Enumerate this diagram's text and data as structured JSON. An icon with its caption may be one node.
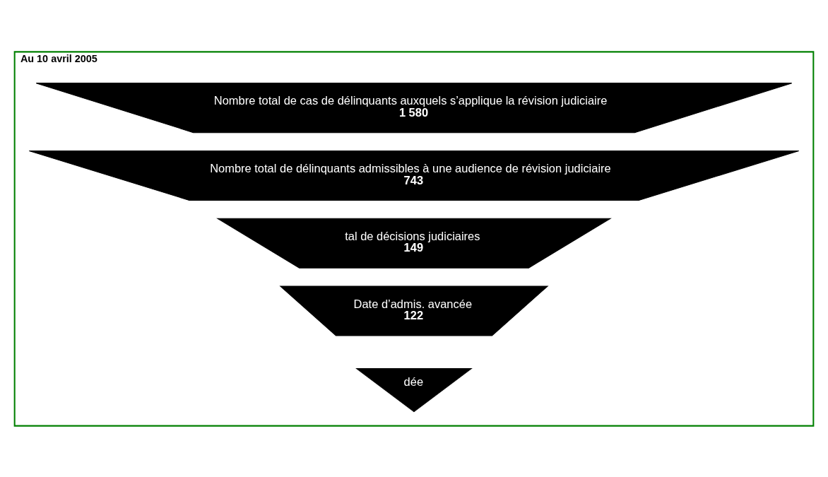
{
  "diagram": {
    "nodes": [
      {
        "text": [
          "Au 10 avril 2005"
        ]
      },
      {
        "text": [
          "Nombre total de cas de délinquants auxquels s’applique la révision judiciaire",
          "1 580"
        ],
        "in": 0
      },
      {
        "text": [
          "Nombre total de délinquants admissibles à une audience de révision judiciaire",
          "743"
        ],
        "in": 0
      },
      {
        "text": [
          "tal de décisions judiciaires",
          "149"
        ],
        "in": 0
      },
      {
        "text": [
          "Date d’admis. avancée",
          "122"
        ],
        "in": 0
      },
      {
        "text": [
          "dée"
        ],
        "in": 0
      }
    ]
  }
}
